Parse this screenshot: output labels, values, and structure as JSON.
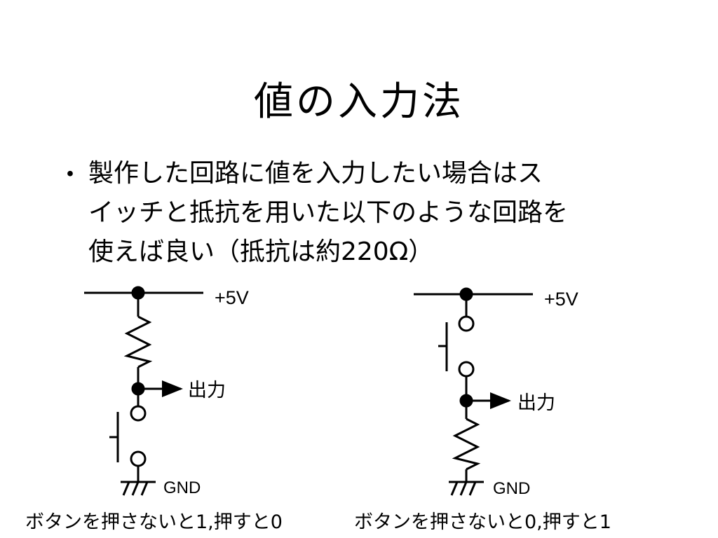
{
  "slide": {
    "title": "値の入力法",
    "bullet": "・",
    "body_lines": [
      "製作した回路に値を入力したい場合はス",
      "イッチと抵抗を用いた以下のような回路を",
      "使えば良い（抵抗は約220Ω）"
    ]
  },
  "circuits": [
    {
      "supply_label": "+5V",
      "output_label": "出力",
      "ground_label": "GND",
      "caption": "ボタンを押さないと1,押すと0"
    },
    {
      "supply_label": "+5V",
      "output_label": "出力",
      "ground_label": "GND",
      "caption": "ボタンを押さないと0,押すと1"
    }
  ]
}
